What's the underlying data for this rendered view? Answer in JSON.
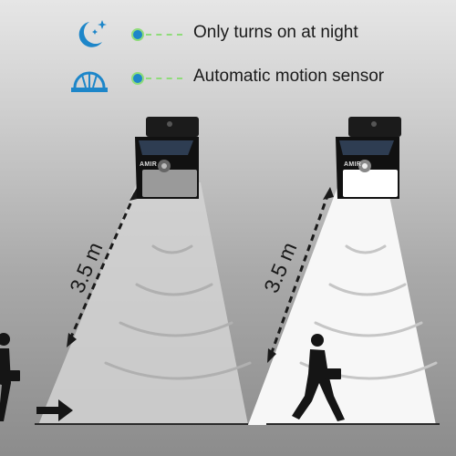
{
  "features": [
    {
      "icon": "moon-stars-icon",
      "label": "Only turns on at night"
    },
    {
      "icon": "motion-sensor-dome-icon",
      "label": "Automatic motion sensor"
    }
  ],
  "brand": "AMIR",
  "distance": "3.5 m",
  "colors": {
    "accent_blue": "#1d86c9",
    "accent_green": "#8fdc7a",
    "lamp_body": "#1b1b1b"
  }
}
